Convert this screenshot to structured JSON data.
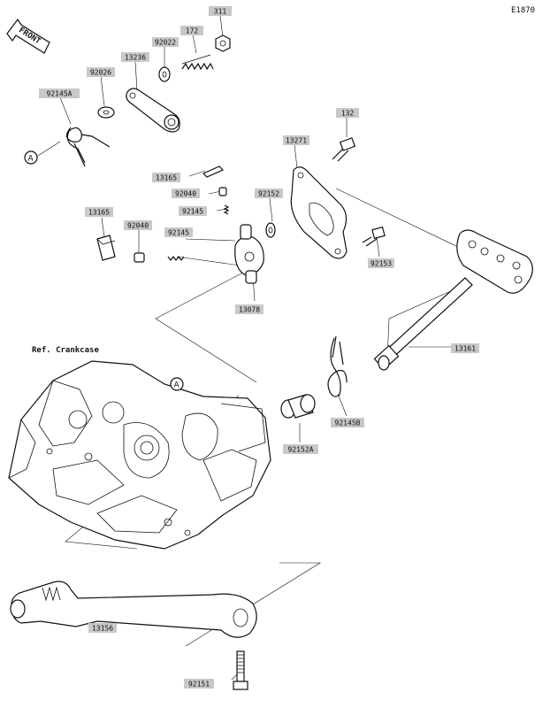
{
  "diagram_code": "E1870",
  "front_label": "FRONT",
  "ref_label": "Ref. Crankcase",
  "callout_a": "A",
  "parts": [
    {
      "id": "p311",
      "number": "311"
    },
    {
      "id": "p172",
      "number": "172"
    },
    {
      "id": "p92022",
      "number": "92022"
    },
    {
      "id": "p13236",
      "number": "13236"
    },
    {
      "id": "p92026",
      "number": "92026"
    },
    {
      "id": "p92145a",
      "number": "92145A"
    },
    {
      "id": "p132",
      "number": "132"
    },
    {
      "id": "p13271",
      "number": "13271"
    },
    {
      "id": "p13165a",
      "number": "13165"
    },
    {
      "id": "p92040a",
      "number": "92040"
    },
    {
      "id": "p92152",
      "number": "92152"
    },
    {
      "id": "p92145c",
      "number": "92145"
    },
    {
      "id": "p13165b",
      "number": "13165"
    },
    {
      "id": "p92040b",
      "number": "92040"
    },
    {
      "id": "p92145d",
      "number": "92145"
    },
    {
      "id": "p92153",
      "number": "92153"
    },
    {
      "id": "p13078",
      "number": "13078"
    },
    {
      "id": "p13161",
      "number": "13161"
    },
    {
      "id": "p92145b",
      "number": "92145B"
    },
    {
      "id": "p92152a",
      "number": "92152A"
    },
    {
      "id": "p13156",
      "number": "13156"
    },
    {
      "id": "p92151",
      "number": "92151"
    }
  ]
}
